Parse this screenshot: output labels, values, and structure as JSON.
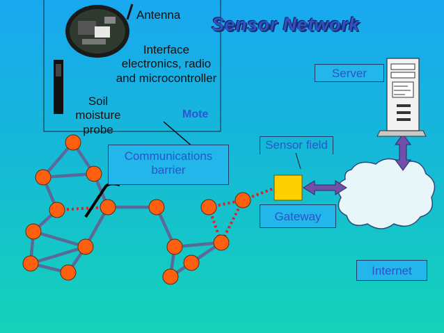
{
  "title": "Sensor Network",
  "labels": {
    "antenna": "Antenna",
    "interface": "Interface electronics, radio and microcontroller",
    "soil_probe": "Soil moisture probe",
    "mote": "Mote",
    "communications_barrier": "Communications barrier",
    "sensor_field": "Sensor field",
    "gateway": "Gateway",
    "server": "Server",
    "internet": "Internet"
  },
  "colors": {
    "node": "#ff6010",
    "link": "#5a6a98",
    "broken_link": "#e02020",
    "gateway": "#ffd000",
    "arrow": "#7050a8"
  }
}
